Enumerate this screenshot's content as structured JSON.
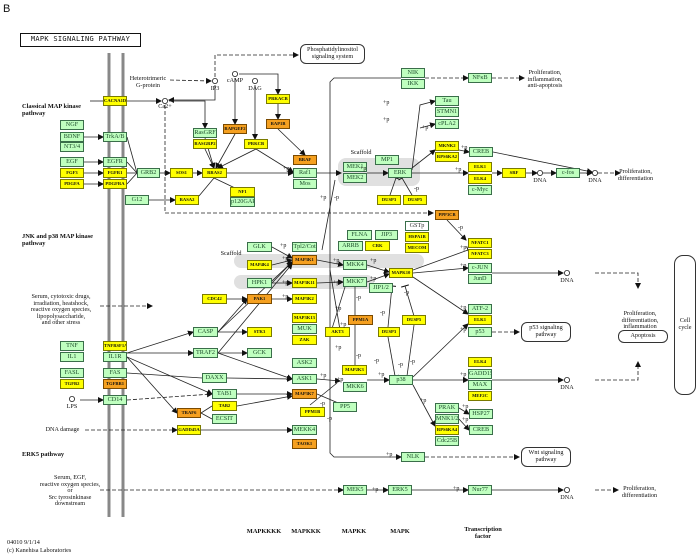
{
  "panel_letter": "B",
  "title": "MAPK SIGNALING PATHWAY",
  "colors": {
    "green": "#bfffbf",
    "yellow": "#ffff00",
    "orange": "#f5a020",
    "white": "#ffffff"
  },
  "nodes": {
    "CACNA1D": {
      "label": "CACNA1D",
      "color": "yellow"
    },
    "NGF": {
      "label": "NGF",
      "color": "green"
    },
    "BDNF": {
      "label": "BDNF",
      "color": "green"
    },
    "NT34": {
      "label": "NT3/4",
      "color": "green"
    },
    "EGF": {
      "label": "EGF",
      "color": "green"
    },
    "FGF3": {
      "label": "FGF3",
      "color": "yellow"
    },
    "PDGFA": {
      "label": "PDGFA",
      "color": "yellow"
    },
    "TrkAB": {
      "label": "TrkA/B",
      "color": "green"
    },
    "EGFR": {
      "label": "EGFR",
      "color": "green"
    },
    "FGFR1": {
      "label": "FGFR1",
      "color": "yellow"
    },
    "PDGFRA": {
      "label": "PDGFRA",
      "color": "yellow"
    },
    "GRB2": {
      "label": "GRB2",
      "color": "green"
    },
    "SOS1": {
      "label": "SOS1",
      "color": "yellow"
    },
    "RRAS2": {
      "label": "RRAS2",
      "color": "yellow"
    },
    "RasGRF": {
      "label": "RasGRF",
      "color": "green"
    },
    "RASGRP2": {
      "label": "RASGRP2",
      "color": "yellow"
    },
    "RAPGEF2": {
      "label": "RAPGEF2",
      "color": "orange"
    },
    "PRKCB": {
      "label": "PRKCB",
      "color": "yellow"
    },
    "PRKACB": {
      "label": "PRKACB",
      "color": "yellow"
    },
    "RAP1B": {
      "label": "RAP1B",
      "color": "orange"
    },
    "BRAF": {
      "label": "BRAF",
      "color": "orange"
    },
    "Raf1": {
      "label": "Raf1",
      "color": "green"
    },
    "Mos": {
      "label": "Mos",
      "color": "green"
    },
    "NF1": {
      "label": "NF1",
      "color": "yellow"
    },
    "p120GAP": {
      "label": "p120GAP",
      "color": "green"
    },
    "RASA2": {
      "label": "RASA2",
      "color": "yellow"
    },
    "G12": {
      "label": "G12",
      "color": "green"
    },
    "MEK1": {
      "label": "MEK1",
      "color": "green"
    },
    "MEK2": {
      "label": "MEK2",
      "color": "green"
    },
    "MP1": {
      "label": "MP1",
      "color": "green"
    },
    "ERK": {
      "label": "ERK",
      "color": "green"
    },
    "DUSP3a": {
      "label": "DUSP3",
      "color": "yellow"
    },
    "DUSP5a": {
      "label": "DUSP5",
      "color": "yellow"
    },
    "NIK": {
      "label": "NIK",
      "color": "green"
    },
    "IKK": {
      "label": "IKK",
      "color": "green"
    },
    "NFkB": {
      "label": "NFκB",
      "color": "green"
    },
    "Tau": {
      "label": "Tau",
      "color": "green"
    },
    "STMN1": {
      "label": "STMN1",
      "color": "green"
    },
    "cPLA2": {
      "label": "cPLA2",
      "color": "green"
    },
    "MKNK2": {
      "label": "MKNK2",
      "color": "yellow"
    },
    "RPS6KA2": {
      "label": "RPS6KA2",
      "color": "yellow"
    },
    "CREBa": {
      "label": "CREB",
      "color": "green"
    },
    "ELK1a": {
      "label": "ELK1",
      "color": "yellow"
    },
    "ELK4a": {
      "label": "ELK4",
      "color": "yellow"
    },
    "cMyc": {
      "label": "c-Myc",
      "color": "green"
    },
    "SRF": {
      "label": "SRF",
      "color": "yellow"
    },
    "cfos": {
      "label": "c-fos",
      "color": "green"
    },
    "PPP3CB": {
      "label": "PPP3CB",
      "color": "orange"
    },
    "GLK": {
      "label": "GLK",
      "color": "green"
    },
    "MAP4K4": {
      "label": "MAP4K4",
      "color": "yellow"
    },
    "HPK1": {
      "label": "HPK1",
      "color": "green"
    },
    "CDC42": {
      "label": "CDC42",
      "color": "yellow"
    },
    "PAK1": {
      "label": "PAK1",
      "color": "orange"
    },
    "Tpl2Cot": {
      "label": "Tpl2/Cot",
      "color": "green"
    },
    "MAP3K1": {
      "label": "MAP3K1",
      "color": "orange"
    },
    "MAP3K11": {
      "label": "MAP3K11",
      "color": "yellow"
    },
    "MAP3K2": {
      "label": "MAP3K2",
      "color": "yellow"
    },
    "MAP3K13": {
      "label": "MAP3K13",
      "color": "yellow"
    },
    "MUK": {
      "label": "MUK",
      "color": "green"
    },
    "ZAK": {
      "label": "ZAK",
      "color": "yellow"
    },
    "ASK2": {
      "label": "ASK2",
      "color": "green"
    },
    "ASK1": {
      "label": "ASK1",
      "color": "green"
    },
    "MAP3K7": {
      "label": "MAP3K7",
      "color": "orange"
    },
    "PPM1B": {
      "label": "PPM1B",
      "color": "yellow"
    },
    "MEKK4": {
      "label": "MEKK4",
      "color": "green"
    },
    "TAOK1": {
      "label": "TAOK1",
      "color": "orange"
    },
    "CASP": {
      "label": "CASP",
      "color": "green"
    },
    "STK3": {
      "label": "STK3",
      "color": "yellow"
    },
    "TRAF2": {
      "label": "TRAF2",
      "color": "green"
    },
    "GCK": {
      "label": "GCK",
      "color": "green"
    },
    "DAXX": {
      "label": "DAXX",
      "color": "green"
    },
    "TAB1": {
      "label": "TAB1",
      "color": "green"
    },
    "TAB2": {
      "label": "TAB2",
      "color": "yellow"
    },
    "ECSIT": {
      "label": "ECSIT",
      "color": "green"
    },
    "TRAF6": {
      "label": "TRAF6",
      "color": "orange"
    },
    "GADD45A": {
      "label": "GADD45A",
      "color": "yellow"
    },
    "TNF": {
      "label": "TNF",
      "color": "green"
    },
    "IL1": {
      "label": "IL1",
      "color": "green"
    },
    "FASL": {
      "label": "FASL",
      "color": "green"
    },
    "TGFB2": {
      "label": "TGFB2",
      "color": "yellow"
    },
    "TNFRSF1A": {
      "label": "TNFRSF1A",
      "color": "yellow"
    },
    "IL1R": {
      "label": "IL1R",
      "color": "green"
    },
    "FAS": {
      "label": "FAS",
      "color": "green"
    },
    "TGFBR1": {
      "label": "TGFBR1",
      "color": "orange"
    },
    "CD14": {
      "label": "CD14",
      "color": "green"
    },
    "FLNA": {
      "label": "FLNA",
      "color": "green"
    },
    "JIP3": {
      "label": "JIP3",
      "color": "green"
    },
    "ARRB": {
      "label": "ARRB",
      "color": "green"
    },
    "CRK": {
      "label": "CRK",
      "color": "yellow"
    },
    "GSTp": {
      "label": "GSTp",
      "color": "white"
    },
    "HSPA1B": {
      "label": "HSPA1B",
      "color": "yellow"
    },
    "MECOM": {
      "label": "MECOM",
      "color": "yellow"
    },
    "MKK4": {
      "label": "MKK4",
      "color": "green"
    },
    "MKK7": {
      "label": "MKK7",
      "color": "green"
    },
    "JIP12": {
      "label": "JIP1/2",
      "color": "green"
    },
    "MAPK10": {
      "label": "MAPK10",
      "color": "yellow"
    },
    "PPM1A": {
      "label": "PPM1A",
      "color": "orange"
    },
    "AKT3": {
      "label": "AKT3",
      "color": "yellow"
    },
    "DUSP3b": {
      "label": "DUSP3",
      "color": "yellow"
    },
    "DUSP5b": {
      "label": "DUSP5",
      "color": "yellow"
    },
    "MAP2K3": {
      "label": "MAP2K3",
      "color": "yellow"
    },
    "MKK6": {
      "label": "MKK6",
      "color": "green"
    },
    "p38": {
      "label": "p38",
      "color": "green"
    },
    "PP5": {
      "label": "PP5",
      "color": "green"
    },
    "NFATC1": {
      "label": "NFATC1",
      "color": "yellow"
    },
    "NFATC3": {
      "label": "NFATC3",
      "color": "yellow"
    },
    "cJUN": {
      "label": "c-JUN",
      "color": "green"
    },
    "JunD": {
      "label": "JunD",
      "color": "green"
    },
    "ATF2": {
      "label": "ATF-2",
      "color": "green"
    },
    "ELK1b": {
      "label": "ELK1",
      "color": "yellow"
    },
    "p53": {
      "label": "p53",
      "color": "green"
    },
    "ELK4b": {
      "label": "ELK4",
      "color": "yellow"
    },
    "GADD153": {
      "label": "GADD153",
      "color": "green"
    },
    "MAX": {
      "label": "MAX",
      "color": "green"
    },
    "MEF2C": {
      "label": "MEF2C",
      "color": "yellow"
    },
    "PRAK": {
      "label": "PRAK",
      "color": "green"
    },
    "MNK12": {
      "label": "MNK1/2",
      "color": "green"
    },
    "RPS6KA4": {
      "label": "RPS6KA4",
      "color": "yellow"
    },
    "Cdc25B": {
      "label": "Cdc25B",
      "color": "green"
    },
    "HSP27": {
      "label": "HSP27",
      "color": "green"
    },
    "CREBb": {
      "label": "CREB",
      "color": "green"
    },
    "NLK": {
      "label": "NLK",
      "color": "green"
    },
    "MEK5": {
      "label": "MEK5",
      "color": "green"
    },
    "ERK5": {
      "label": "ERK5",
      "color": "green"
    },
    "Nur77": {
      "label": "Nur77",
      "color": "green"
    }
  },
  "pathway_links": {
    "phosphatidylinositol": "Phosphatidylinositol\nsignaling system",
    "p53": "p53 signaling\npathway",
    "wnt": "Wnt signaling\npathway",
    "apoptosis": "Apoptosis",
    "cell_cycle": "Cell\ncycle"
  },
  "texts": {
    "classical": "Classical MAP kinase\npathway",
    "jnk": "JNK and p38 MAP kinase\npathway",
    "erk5": "ERK5 pathway",
    "heterotrimeric": "Heterotrimeric\nG-protein",
    "ip3": "IP3",
    "camp": "cAMP",
    "dag": "DAG",
    "ca": "Ca2+",
    "scaffold1": "Scaffold",
    "scaffold2": "Scaffold",
    "prolif1": "Proliferation,\ninflammation,\nanti-apoptosis",
    "prolif2": "Proliferation,\ndifferentiation",
    "prolif3": "Proliferation,\ndifferentiation,\ninflammation",
    "prolif4": "Proliferation,\ndifferentiation",
    "dna1": "DNA",
    "dna2": "DNA",
    "dna3": "DNA",
    "dna4": "DNA",
    "dna5": "DNA",
    "stress": "Serum, cytotoxic drugs,\nirradiation, heatshock,\nreactive oxygen species,\nlipopolysaccharide,\nand other stress",
    "lps": "LPS",
    "dna_damage": "DNA damage",
    "serum_egf": "Serum, EGF,\nreactive oxygen species,\nor\nSrc tyrosinkinase\ndownstream",
    "mapkkkk": "MAPKKKK",
    "mapkkk": "MAPKKK",
    "mapkk": "MAPKK",
    "mapk": "MAPK",
    "tf": "Transcription\nfactor",
    "footer_id": "04010 9/1/14",
    "footer_copy": "(c) Kanehisa Laboratories"
  },
  "annotations": {
    "plus_p": "+p",
    "minus_p": "-p"
  }
}
